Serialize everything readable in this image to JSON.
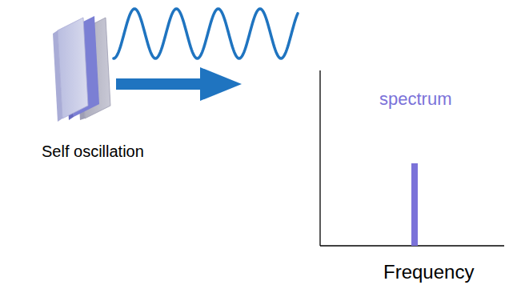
{
  "diagram": {
    "labels": [
      "Self oscillation",
      "spectrum",
      "Frequency"
    ]
  }
}
